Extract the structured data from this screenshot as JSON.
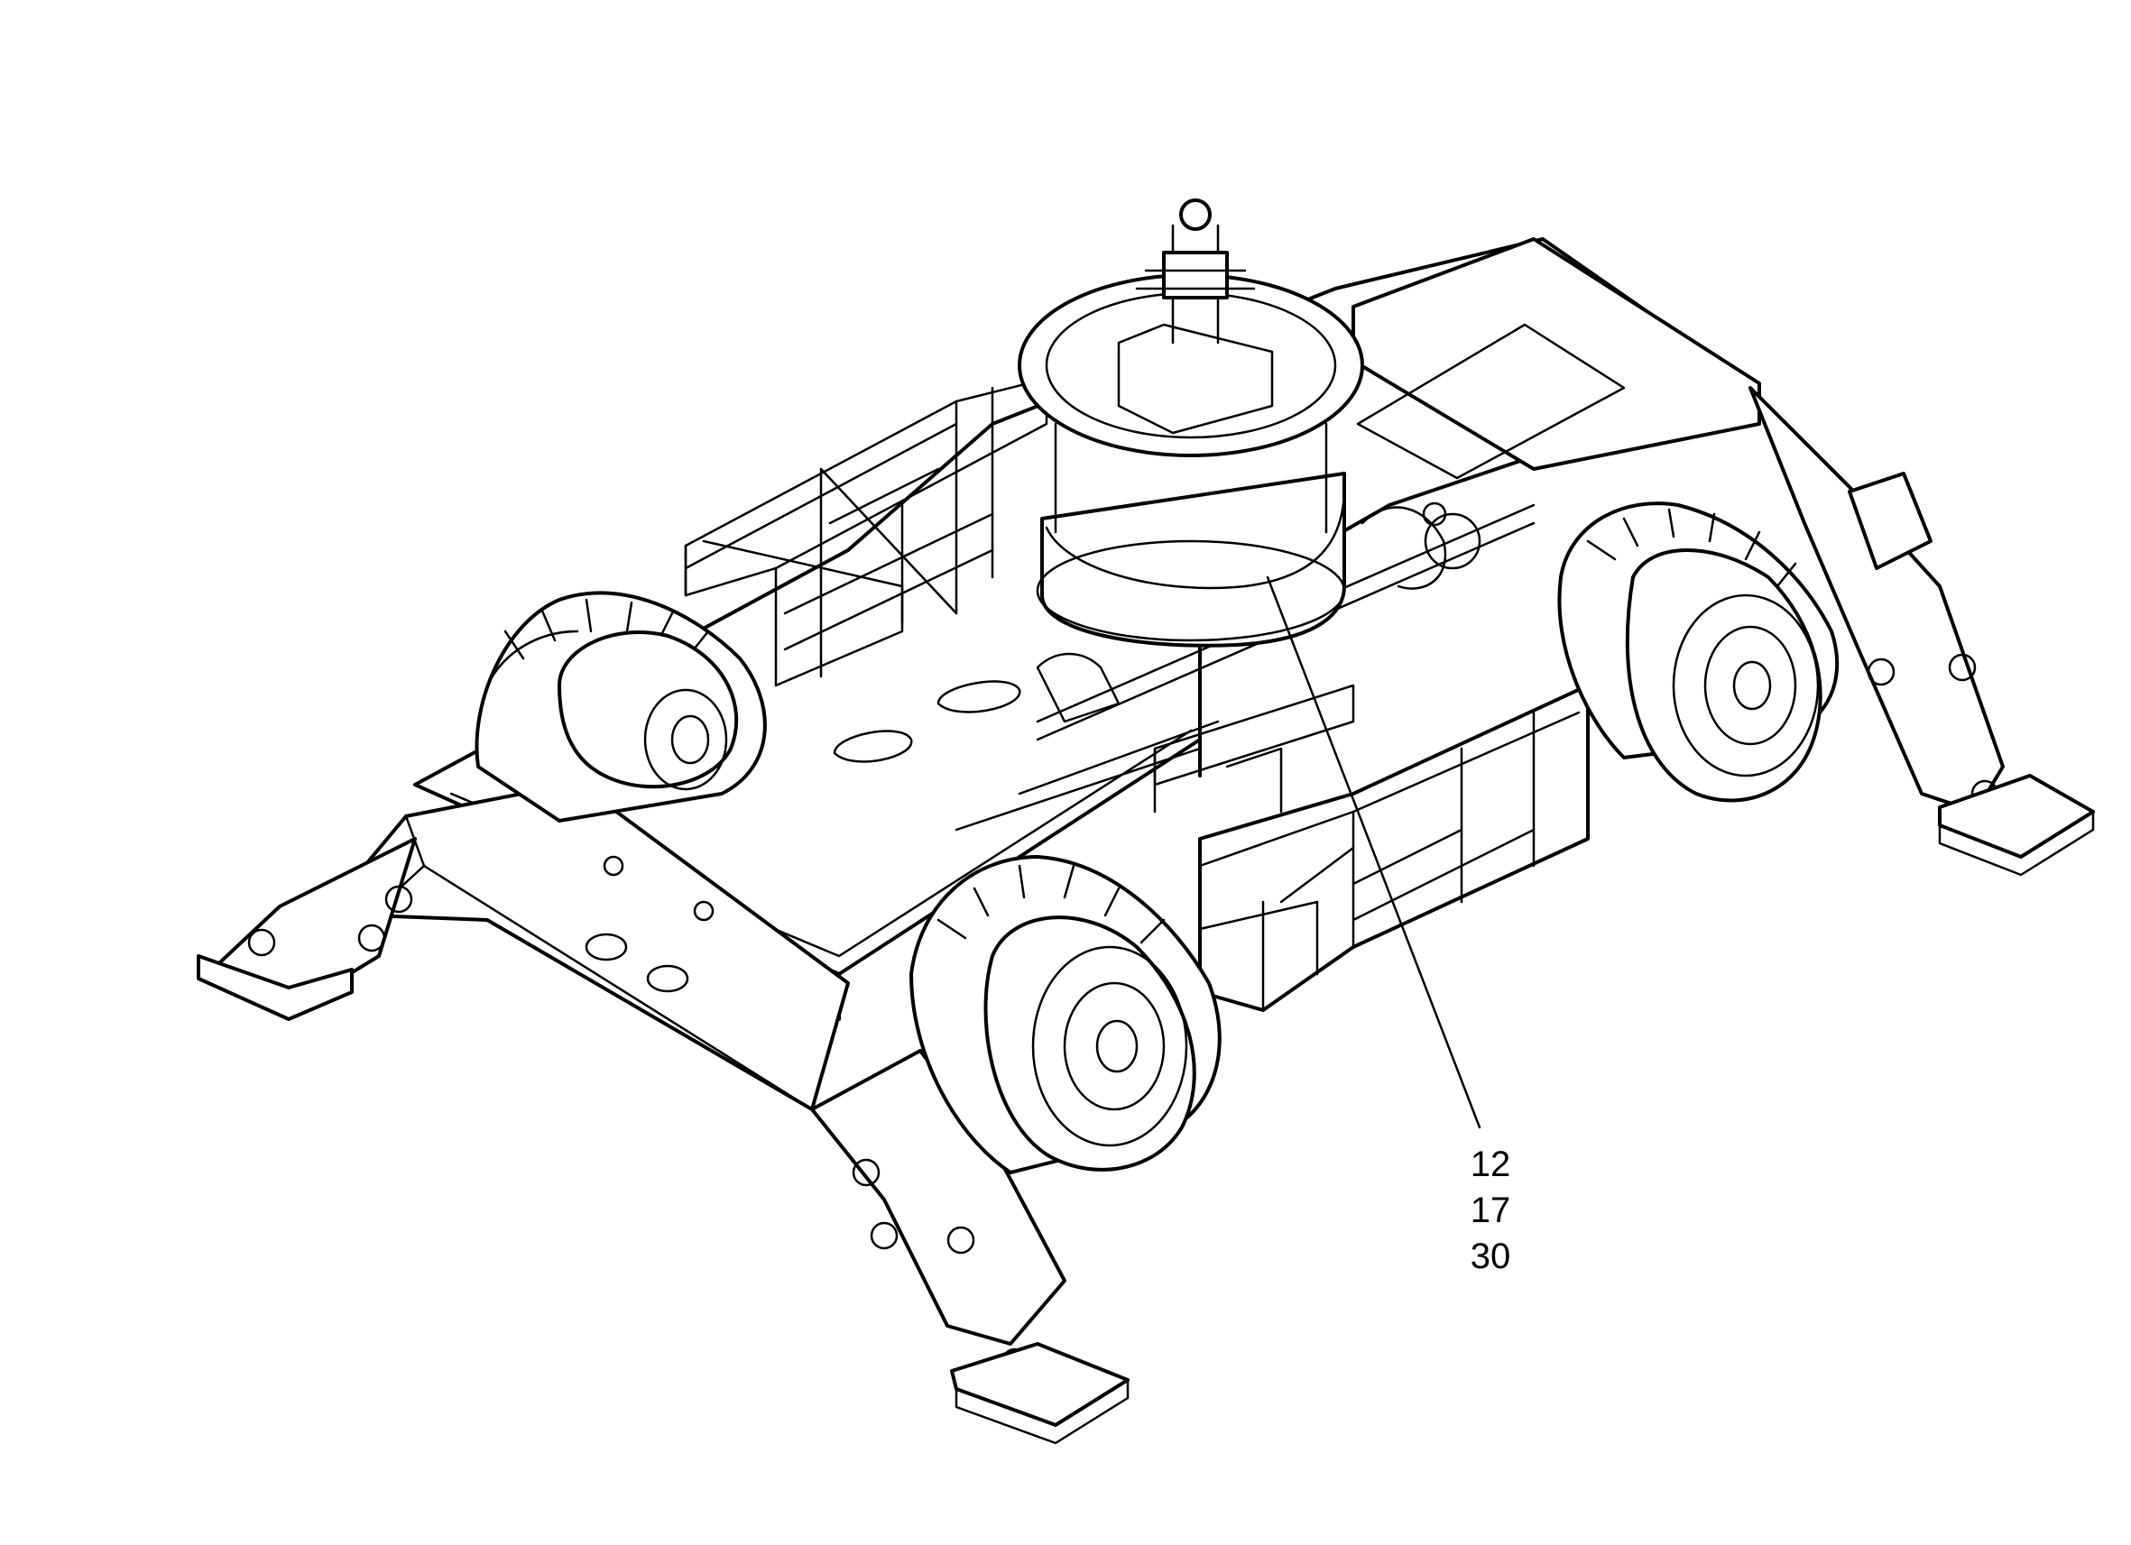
{
  "callouts": [
    {
      "numbers": [
        "12",
        "17",
        "30"
      ],
      "target": "slewing-ring-drum"
    }
  ],
  "colors": {
    "line": "#000000",
    "background": "#ffffff"
  }
}
